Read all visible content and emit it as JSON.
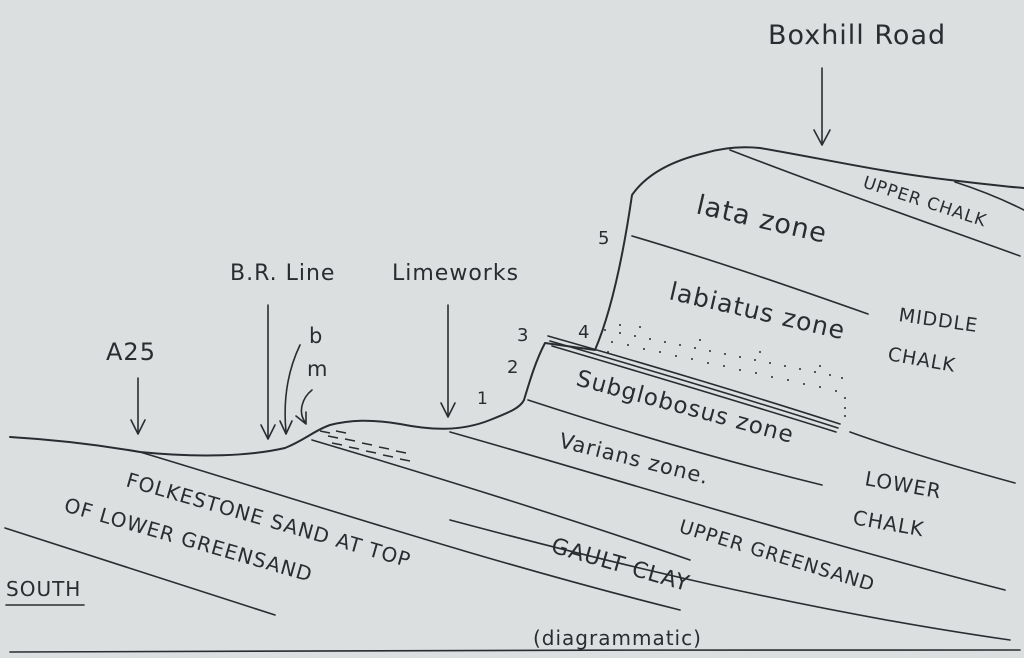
{
  "colors": {
    "paper": "#dcdfe0",
    "ink": "#2a2c31"
  },
  "labels": {
    "boxhill_road": "Boxhill Road",
    "br_line": "B.R. Line",
    "limeworks": "Limeworks",
    "a25": "A25",
    "b": "b",
    "m": "m",
    "n1": "1",
    "n2": "2",
    "n3": "3",
    "n4": "4",
    "n5": "5",
    "lata_zone": "lata zone",
    "labiatus_zone": "labiatus zone",
    "subglobosus_zone": "Subglobosus zone",
    "varians_zone": "Varians zone.",
    "upper_chalk": "UPPER CHALK",
    "middle": "MIDDLE",
    "middle_chalk": "CHALK",
    "lower": "LOWER",
    "lower_chalk": "CHALK",
    "upper_greensand": "UPPER GREENSAND",
    "gault_clay": "GAULT CLAY",
    "folkestone_1": "FOLKESTONE SAND AT TOP",
    "folkestone_2": "OF LOWER GREENSAND",
    "south": "SOUTH",
    "diagrammatic": "(diagrammatic)"
  }
}
